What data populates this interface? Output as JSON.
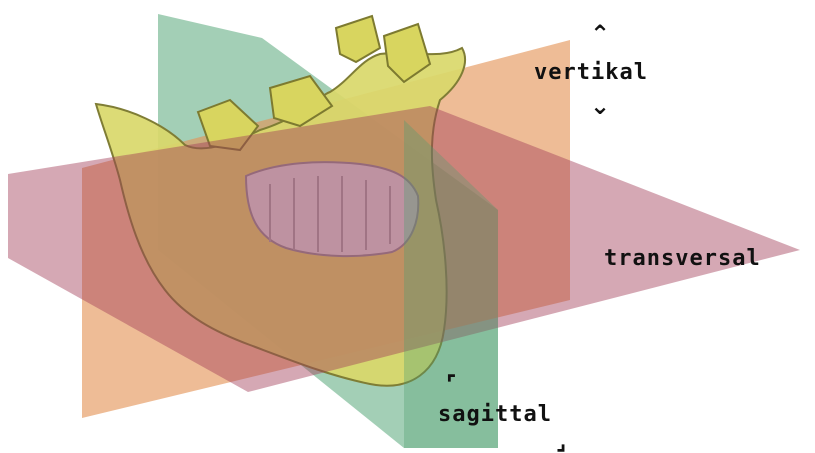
{
  "labels": {
    "vertical": "vertikal",
    "transverse": "transversal",
    "sagittal": "sagittal"
  },
  "icons": {
    "arrow_up": "⌃",
    "arrow_down": "⌄",
    "corner_tl": "⌜",
    "corner_br": "⌟"
  },
  "colors": {
    "sagittal_plane": "#4f9e6f",
    "vertical_plane": "#e08a45",
    "transverse_plane": "#a23f58",
    "bone": "#d9d86a",
    "teeth": "#d6d7dc"
  }
}
